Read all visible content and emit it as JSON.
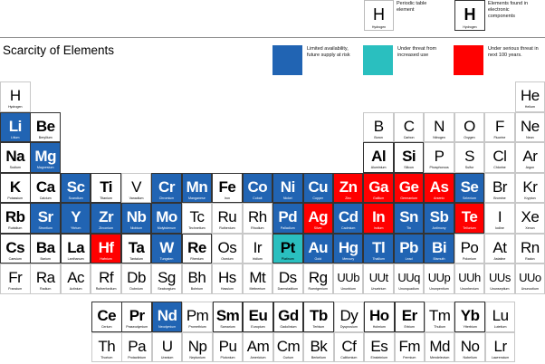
{
  "title": "Scarcity of Elements",
  "legend": {
    "periodic_element": {
      "symbol": "H",
      "name": "Hydrogen",
      "label": "Periodic table element"
    },
    "electronic_element": {
      "symbol": "H",
      "name": "Hydrogen",
      "label": "Elements found in electronic components"
    },
    "categories": [
      {
        "key": "blue",
        "color": "#2164b3",
        "label": "Limited availability, future supply at risk"
      },
      {
        "key": "teal",
        "color": "#2abfbf",
        "label": "Under threat from increased use"
      },
      {
        "key": "red",
        "color": "#ff0000",
        "label": "Under serious threat in next 100 years."
      }
    ]
  },
  "elements": [
    {
      "s": "H",
      "n": "Hydrogen",
      "r": 0,
      "c": 0
    },
    {
      "s": "He",
      "n": "Helium",
      "r": 0,
      "c": 17
    },
    {
      "s": "Li",
      "n": "Litium",
      "r": 1,
      "c": 0,
      "cat": "blue",
      "e": 1
    },
    {
      "s": "Be",
      "n": "Beryllium",
      "r": 1,
      "c": 1,
      "e": 1
    },
    {
      "s": "B",
      "n": "Boron",
      "r": 1,
      "c": 12
    },
    {
      "s": "C",
      "n": "Carbon",
      "r": 1,
      "c": 13
    },
    {
      "s": "N",
      "n": "Nitrogen",
      "r": 1,
      "c": 14
    },
    {
      "s": "O",
      "n": "Oxygen",
      "r": 1,
      "c": 15
    },
    {
      "s": "F",
      "n": "Fluorine",
      "r": 1,
      "c": 16
    },
    {
      "s": "Ne",
      "n": "Neon",
      "r": 1,
      "c": 17
    },
    {
      "s": "Na",
      "n": "Sodium",
      "r": 2,
      "c": 0,
      "e": 1
    },
    {
      "s": "Mg",
      "n": "Magnesium",
      "r": 2,
      "c": 1,
      "cat": "blue",
      "e": 1
    },
    {
      "s": "Al",
      "n": "Aluminium",
      "r": 2,
      "c": 12,
      "e": 1
    },
    {
      "s": "Si",
      "n": "Silicon",
      "r": 2,
      "c": 13,
      "e": 1
    },
    {
      "s": "P",
      "n": "Phosphorous",
      "r": 2,
      "c": 14
    },
    {
      "s": "S",
      "n": "Sulfur",
      "r": 2,
      "c": 15
    },
    {
      "s": "Cl",
      "n": "Chlorine",
      "r": 2,
      "c": 16
    },
    {
      "s": "Ar",
      "n": "Argon",
      "r": 2,
      "c": 17
    },
    {
      "s": "K",
      "n": "Potassium",
      "r": 3,
      "c": 0,
      "e": 1
    },
    {
      "s": "Ca",
      "n": "Calcium",
      "r": 3,
      "c": 1,
      "e": 1
    },
    {
      "s": "Sc",
      "n": "Scandium",
      "r": 3,
      "c": 2,
      "cat": "blue",
      "e": 1
    },
    {
      "s": "Ti",
      "n": "Titanium",
      "r": 3,
      "c": 3,
      "e": 1
    },
    {
      "s": "V",
      "n": "Vanadium",
      "r": 3,
      "c": 4
    },
    {
      "s": "Cr",
      "n": "Chromium",
      "r": 3,
      "c": 5,
      "cat": "blue",
      "e": 1
    },
    {
      "s": "Mn",
      "n": "Manganese",
      "r": 3,
      "c": 6,
      "cat": "blue",
      "e": 1
    },
    {
      "s": "Fe",
      "n": "Iron",
      "r": 3,
      "c": 7,
      "e": 1
    },
    {
      "s": "Co",
      "n": "Cobalt",
      "r": 3,
      "c": 8,
      "cat": "blue",
      "e": 1
    },
    {
      "s": "Ni",
      "n": "Nickel",
      "r": 3,
      "c": 9,
      "cat": "blue",
      "e": 1
    },
    {
      "s": "Cu",
      "n": "Copper",
      "r": 3,
      "c": 10,
      "cat": "blue",
      "e": 1
    },
    {
      "s": "Zn",
      "n": "Zinc",
      "r": 3,
      "c": 11,
      "cat": "red",
      "e": 1
    },
    {
      "s": "Ga",
      "n": "Gallium",
      "r": 3,
      "c": 12,
      "cat": "red",
      "e": 1
    },
    {
      "s": "Ge",
      "n": "Germanium",
      "r": 3,
      "c": 13,
      "cat": "red",
      "e": 1
    },
    {
      "s": "As",
      "n": "Arsenic",
      "r": 3,
      "c": 14,
      "cat": "red",
      "e": 1
    },
    {
      "s": "Se",
      "n": "Selenium",
      "r": 3,
      "c": 15,
      "cat": "blue",
      "e": 1
    },
    {
      "s": "Br",
      "n": "Bromine",
      "r": 3,
      "c": 16
    },
    {
      "s": "Kr",
      "n": "Krypton",
      "r": 3,
      "c": 17
    },
    {
      "s": "Rb",
      "n": "Rubidium",
      "r": 4,
      "c": 0,
      "e": 1
    },
    {
      "s": "Sr",
      "n": "Strontium",
      "r": 4,
      "c": 1,
      "cat": "blue",
      "e": 1
    },
    {
      "s": "Y",
      "n": "Yttrium",
      "r": 4,
      "c": 2,
      "cat": "blue",
      "e": 1
    },
    {
      "s": "Zr",
      "n": "Zirconium",
      "r": 4,
      "c": 3,
      "cat": "blue",
      "e": 1
    },
    {
      "s": "Nb",
      "n": "Niobium",
      "r": 4,
      "c": 4,
      "cat": "blue",
      "e": 1
    },
    {
      "s": "Mo",
      "n": "Molybdenum",
      "r": 4,
      "c": 5,
      "cat": "blue",
      "e": 1
    },
    {
      "s": "Tc",
      "n": "Technetium",
      "r": 4,
      "c": 6
    },
    {
      "s": "Ru",
      "n": "Ruthenium",
      "r": 4,
      "c": 7
    },
    {
      "s": "Rh",
      "n": "Rhodium",
      "r": 4,
      "c": 8
    },
    {
      "s": "Pd",
      "n": "Palladium",
      "r": 4,
      "c": 9,
      "cat": "blue",
      "e": 1
    },
    {
      "s": "Ag",
      "n": "Silver",
      "r": 4,
      "c": 10,
      "cat": "red",
      "e": 1
    },
    {
      "s": "Cd",
      "n": "Cadmium",
      "r": 4,
      "c": 11,
      "cat": "blue",
      "e": 1
    },
    {
      "s": "In",
      "n": "Indium",
      "r": 4,
      "c": 12,
      "cat": "red",
      "e": 1
    },
    {
      "s": "Sn",
      "n": "Tin",
      "r": 4,
      "c": 13,
      "cat": "blue",
      "e": 1
    },
    {
      "s": "Sb",
      "n": "Antimony",
      "r": 4,
      "c": 14,
      "cat": "blue",
      "e": 1
    },
    {
      "s": "Te",
      "n": "Tellurium",
      "r": 4,
      "c": 15,
      "cat": "red",
      "e": 1
    },
    {
      "s": "I",
      "n": "Iodine",
      "r": 4,
      "c": 16
    },
    {
      "s": "Xe",
      "n": "Xenon",
      "r": 4,
      "c": 17
    },
    {
      "s": "Cs",
      "n": "Caesium",
      "r": 5,
      "c": 0,
      "e": 1
    },
    {
      "s": "Ba",
      "n": "Barium",
      "r": 5,
      "c": 1,
      "e": 1
    },
    {
      "s": "La",
      "n": "Lanthanum",
      "r": 5,
      "c": 2,
      "e": 1
    },
    {
      "s": "Hf",
      "n": "Hafnium",
      "r": 5,
      "c": 3,
      "cat": "red",
      "e": 1
    },
    {
      "s": "Ta",
      "n": "Tantalum",
      "r": 5,
      "c": 4,
      "e": 1
    },
    {
      "s": "W",
      "n": "Tungsten",
      "r": 5,
      "c": 5,
      "cat": "blue",
      "e": 1
    },
    {
      "s": "Re",
      "n": "Rhenium",
      "r": 5,
      "c": 6,
      "e": 1
    },
    {
      "s": "Os",
      "n": "Osmium",
      "r": 5,
      "c": 7
    },
    {
      "s": "Ir",
      "n": "Iridium",
      "r": 5,
      "c": 8
    },
    {
      "s": "Pt",
      "n": "Platinum",
      "r": 5,
      "c": 9,
      "cat": "teal",
      "e": 1
    },
    {
      "s": "Au",
      "n": "Gold",
      "r": 5,
      "c": 10,
      "cat": "blue",
      "e": 1
    },
    {
      "s": "Hg",
      "n": "Mercury",
      "r": 5,
      "c": 11,
      "cat": "blue",
      "e": 1
    },
    {
      "s": "Tl",
      "n": "Thallium",
      "r": 5,
      "c": 12,
      "cat": "blue",
      "e": 1
    },
    {
      "s": "Pb",
      "n": "Lead",
      "r": 5,
      "c": 13,
      "cat": "blue",
      "e": 1
    },
    {
      "s": "Bi",
      "n": "Bismuth",
      "r": 5,
      "c": 14,
      "cat": "blue",
      "e": 1
    },
    {
      "s": "Po",
      "n": "Polonium",
      "r": 5,
      "c": 15
    },
    {
      "s": "At",
      "n": "Astatine",
      "r": 5,
      "c": 16
    },
    {
      "s": "Rn",
      "n": "Radon",
      "r": 5,
      "c": 17
    },
    {
      "s": "Fr",
      "n": "Francium",
      "r": 6,
      "c": 0
    },
    {
      "s": "Ra",
      "n": "Radium",
      "r": 6,
      "c": 1
    },
    {
      "s": "Ac",
      "n": "Actinium",
      "r": 6,
      "c": 2
    },
    {
      "s": "Rf",
      "n": "Rutherfordium",
      "r": 6,
      "c": 3
    },
    {
      "s": "Db",
      "n": "Dubnium",
      "r": 6,
      "c": 4
    },
    {
      "s": "Sg",
      "n": "Seaborgium",
      "r": 6,
      "c": 5
    },
    {
      "s": "Bh",
      "n": "Bohrium",
      "r": 6,
      "c": 6
    },
    {
      "s": "Hs",
      "n": "Hassium",
      "r": 6,
      "c": 7
    },
    {
      "s": "Mt",
      "n": "Meitnerium",
      "r": 6,
      "c": 8
    },
    {
      "s": "Ds",
      "n": "Darmstadtium",
      "r": 6,
      "c": 9
    },
    {
      "s": "Rg",
      "n": "Roentgenium",
      "r": 6,
      "c": 10
    },
    {
      "s": "UUb",
      "n": "Ununbium",
      "r": 6,
      "c": 11,
      "sm": 1
    },
    {
      "s": "UUt",
      "n": "Ununtrium",
      "r": 6,
      "c": 12,
      "sm": 1
    },
    {
      "s": "UUq",
      "n": "Ununquadium",
      "r": 6,
      "c": 13,
      "sm": 1
    },
    {
      "s": "UUp",
      "n": "Ununpentium",
      "r": 6,
      "c": 14,
      "sm": 1
    },
    {
      "s": "UUh",
      "n": "Ununhexium",
      "r": 6,
      "c": 15,
      "sm": 1
    },
    {
      "s": "UUs",
      "n": "Ununseptium",
      "r": 6,
      "c": 16,
      "sm": 1
    },
    {
      "s": "UUo",
      "n": "Ununoctium",
      "r": 6,
      "c": 17,
      "sm": 1
    }
  ],
  "lanthanides": [
    {
      "s": "Ce",
      "n": "Cerium",
      "e": 1
    },
    {
      "s": "Pr",
      "n": "Praseodymium",
      "e": 1
    },
    {
      "s": "Nd",
      "n": "Neodymium",
      "cat": "blue",
      "e": 1
    },
    {
      "s": "Pm",
      "n": "Promethium"
    },
    {
      "s": "Sm",
      "n": "Samarium",
      "e": 1
    },
    {
      "s": "Eu",
      "n": "Europium",
      "e": 1
    },
    {
      "s": "Gd",
      "n": "Gadolinium",
      "e": 1
    },
    {
      "s": "Tb",
      "n": "Terbium",
      "e": 1
    },
    {
      "s": "Dy",
      "n": "Dysprosium"
    },
    {
      "s": "Ho",
      "n": "Holmium",
      "e": 1
    },
    {
      "s": "Er",
      "n": "Erbium",
      "e": 1
    },
    {
      "s": "Tm",
      "n": "Thulium"
    },
    {
      "s": "Yb",
      "n": "Ytterbium",
      "e": 1
    },
    {
      "s": "Lu",
      "n": "Lutetium"
    }
  ],
  "actinides": [
    {
      "s": "Th",
      "n": "Thorium"
    },
    {
      "s": "Pa",
      "n": "Protactinium"
    },
    {
      "s": "U",
      "n": "Uranium"
    },
    {
      "s": "Np",
      "n": "Neptunium"
    },
    {
      "s": "Pu",
      "n": "Plutonium"
    },
    {
      "s": "Am",
      "n": "Americium"
    },
    {
      "s": "Cm",
      "n": "Curium"
    },
    {
      "s": "Bk",
      "n": "Berkelium"
    },
    {
      "s": "Cf",
      "n": "Californium"
    },
    {
      "s": "Es",
      "n": "Einsteinium"
    },
    {
      "s": "Fm",
      "n": "Fermium"
    },
    {
      "s": "Md",
      "n": "Mendelevium"
    },
    {
      "s": "No",
      "n": "Nobelium"
    },
    {
      "s": "Lr",
      "n": "Lawrencium"
    }
  ]
}
